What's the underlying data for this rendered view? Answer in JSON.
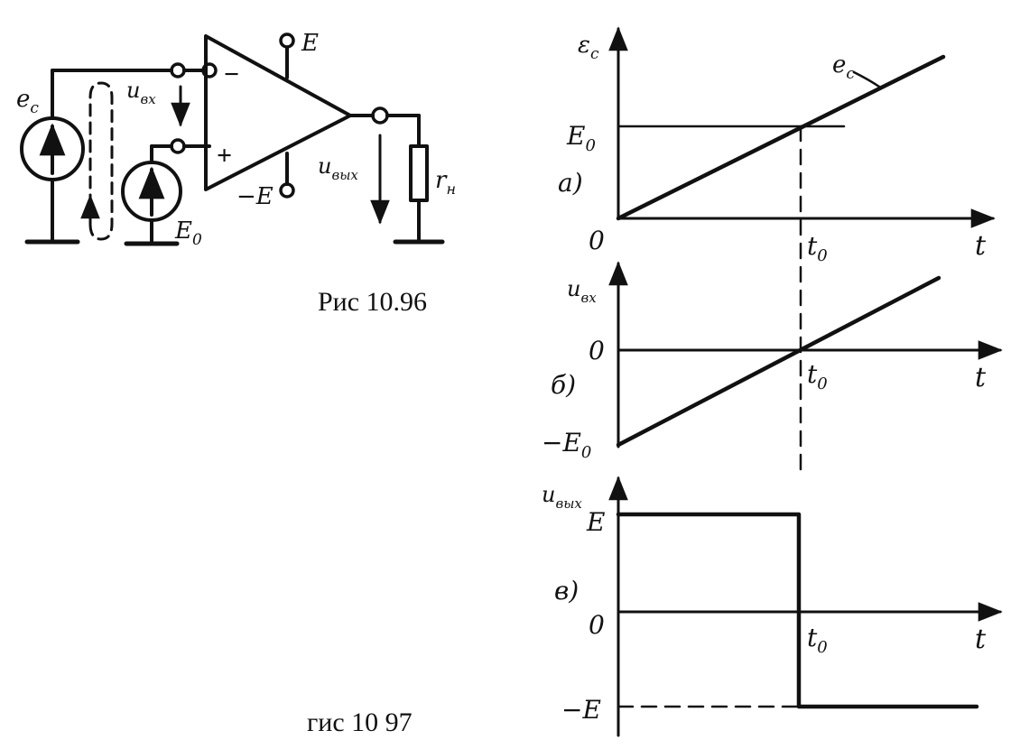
{
  "fig_96": {
    "caption": "Рис 10.96",
    "label_source": "e",
    "label_source_sub": "c",
    "label_input": "u",
    "label_input_sub": "вх",
    "label_output": "u",
    "label_output_sub": "вых",
    "label_supply_pos": "E",
    "label_supply_neg": "−E",
    "label_bias": "E",
    "label_bias_sub": "0",
    "label_load": "r",
    "label_load_sub": "н",
    "sign_minus": "−",
    "sign_plus": "+"
  },
  "fig_97": {
    "caption": "гис 10 97",
    "origin_a": "0",
    "plot_a": {
      "panel": "а)",
      "ylabel": "ε",
      "ylabel_sub": "c",
      "series_label": "e",
      "series_label_sub": "c",
      "xlabel": "t",
      "ytick": "E",
      "ytick_sub": "0",
      "xtick": "t",
      "xtick_sub": "0"
    },
    "plot_b": {
      "panel": "б)",
      "ylabel": "u",
      "ylabel_sub": "вх",
      "xlabel": "t",
      "ytick_zero": "0",
      "ytick_neg": "−E",
      "ytick_neg_sub": "0",
      "xtick": "t",
      "xtick_sub": "0"
    },
    "plot_c": {
      "panel": "в)",
      "ylabel": "u",
      "ylabel_sub": "вых",
      "xlabel": "t",
      "ytick_pos": "E",
      "ytick_zero": "0",
      "ytick_neg": "−E",
      "xtick": "t",
      "xtick_sub": "0"
    }
  },
  "chart_data": [
    {
      "type": "line",
      "panel": "а)",
      "series": [
        {
          "name": "e_c",
          "x": [
            "0",
            "t0",
            "beyond"
          ],
          "y": [
            "0",
            "E0",
            "above E0"
          ]
        }
      ],
      "shape": "linear ramp from origin crossing level E0 at t0"
    },
    {
      "type": "line",
      "panel": "б)",
      "series": [
        {
          "x": [
            "0",
            "t0",
            "beyond"
          ],
          "y": [
            "−E0",
            "0",
            "positive"
          ]
        }
      ],
      "shape": "linear ramp from −E0 crossing zero at t0"
    },
    {
      "type": "line",
      "panel": "в)",
      "series": [
        {
          "x": [
            "0",
            "t0",
            "t0",
            "beyond"
          ],
          "y": [
            "E",
            "E",
            "−E",
            "−E"
          ]
        }
      ],
      "shape": "step from +E to −E at t0"
    }
  ]
}
